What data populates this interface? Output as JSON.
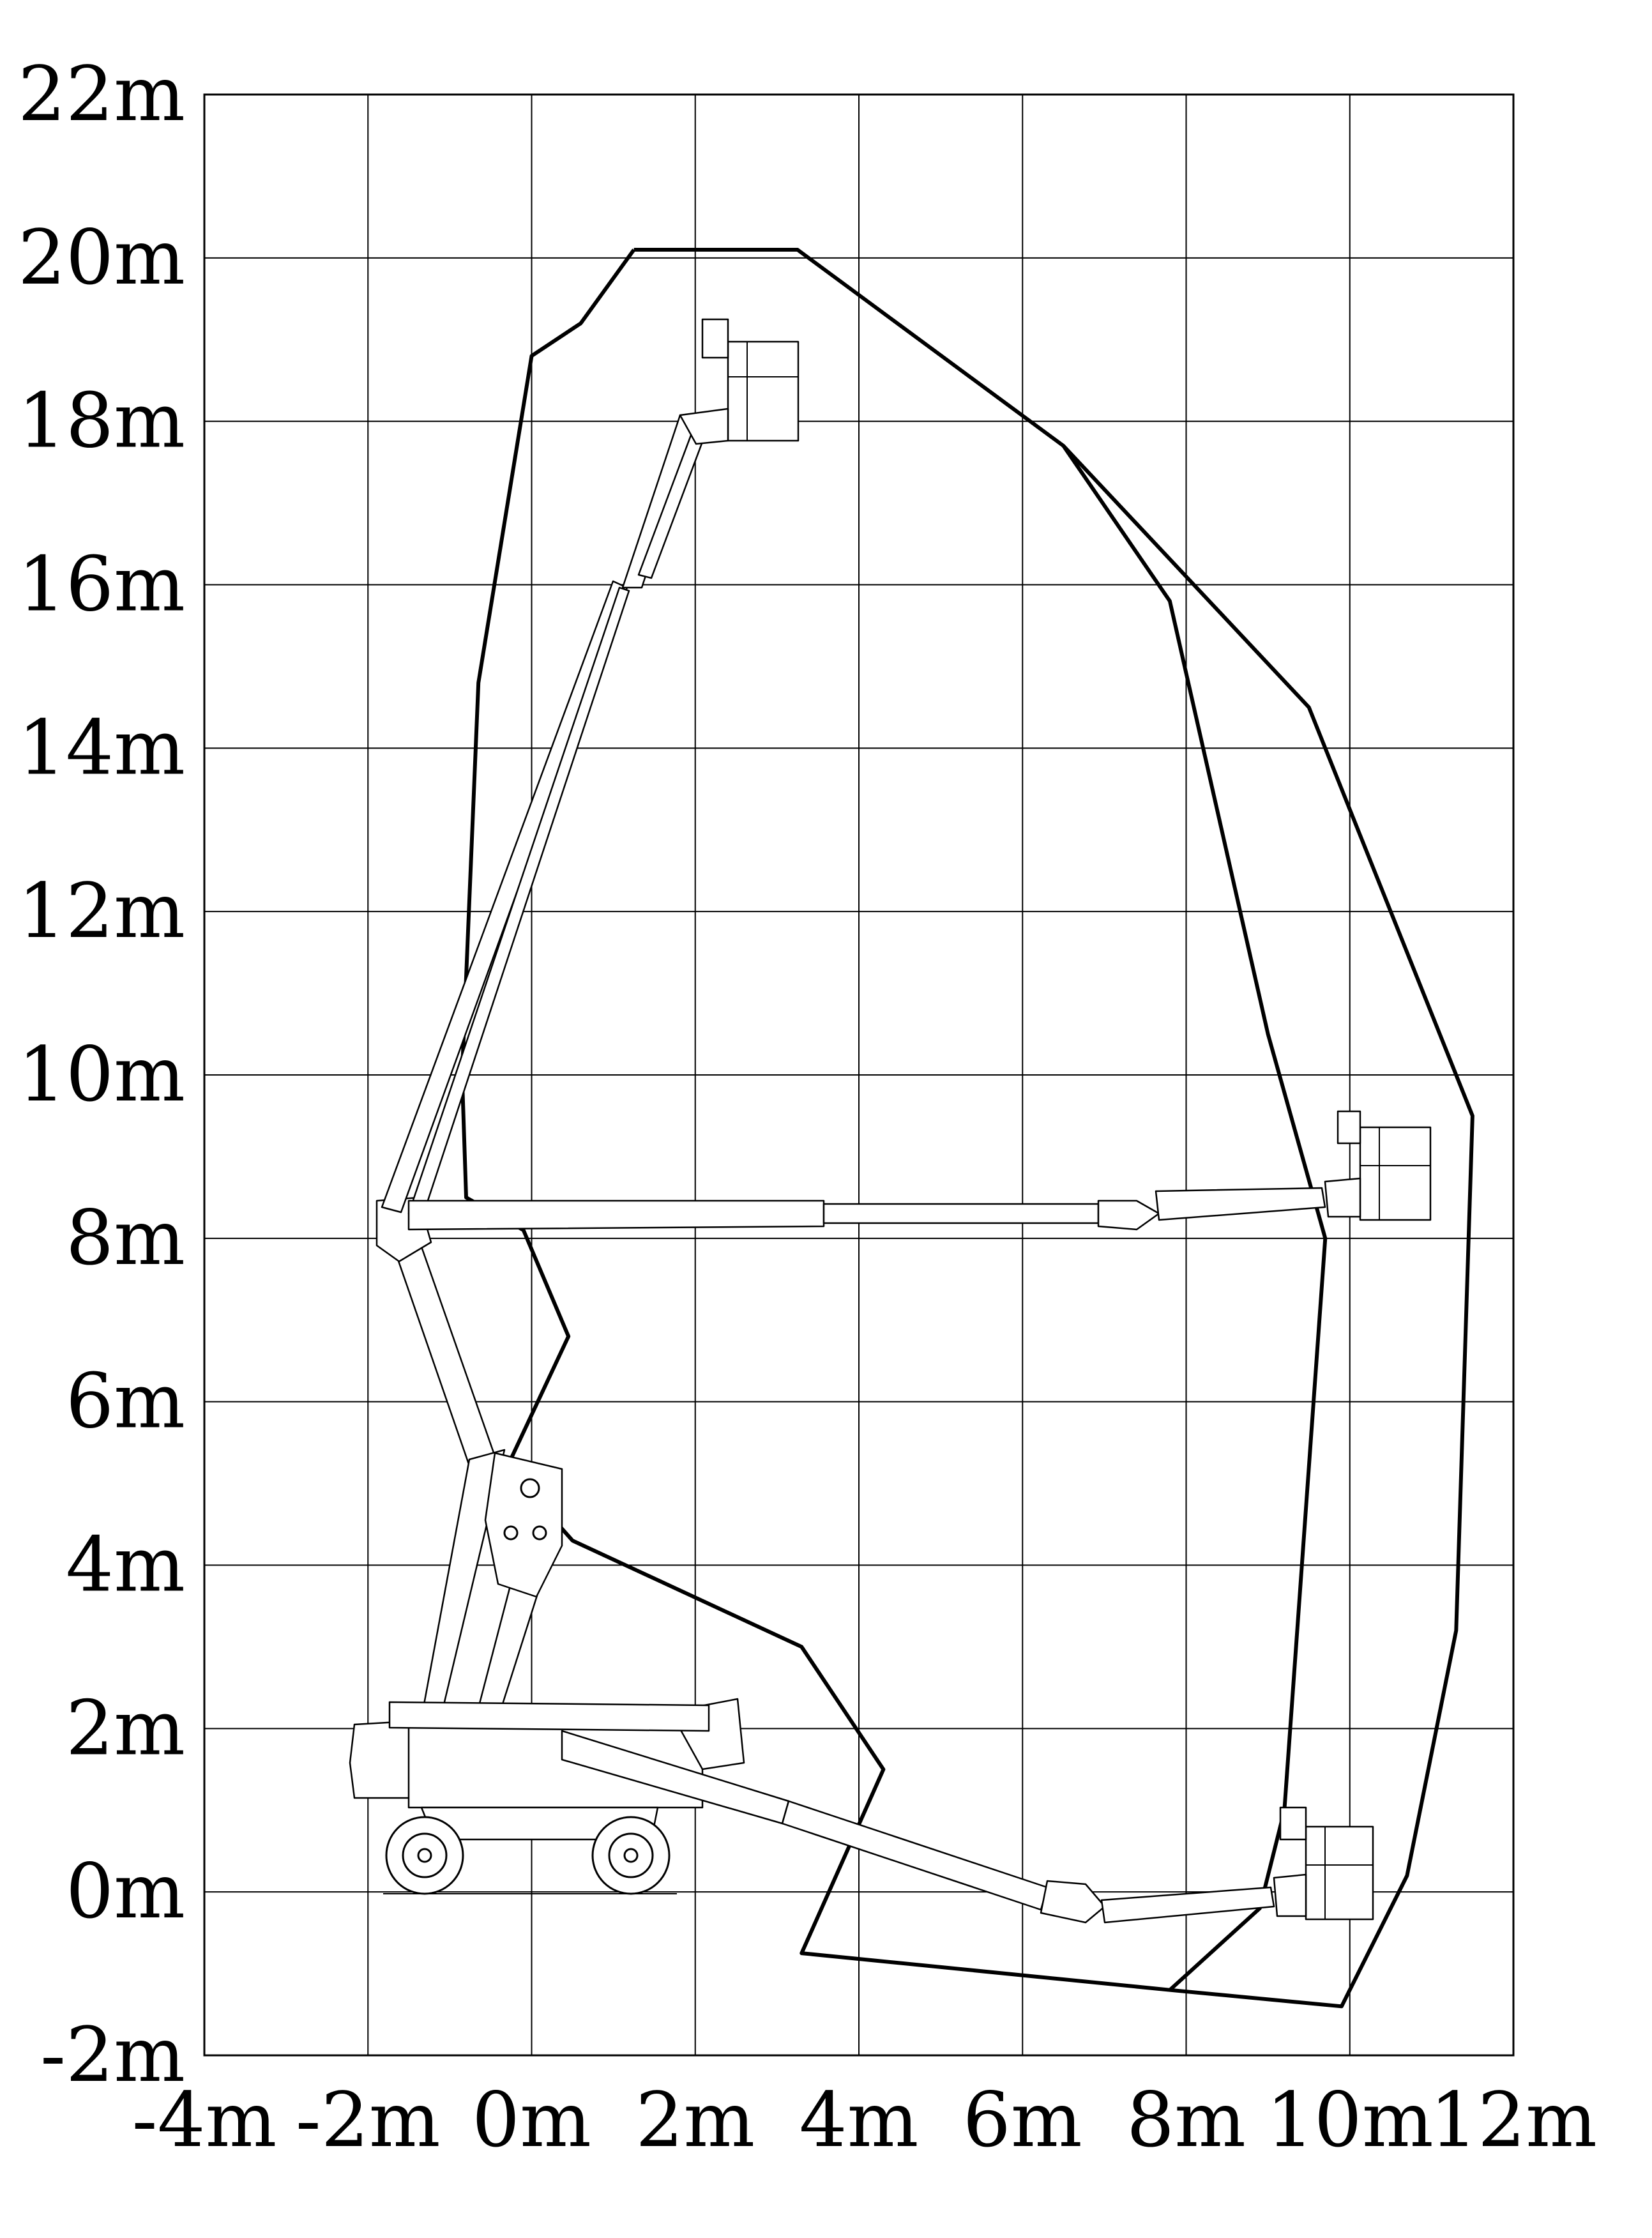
{
  "figure": {
    "x_ticks": [
      "-4m",
      "-2m",
      "0m",
      "2m",
      "4m",
      "6m",
      "8m",
      "10m",
      "12m"
    ],
    "y_ticks": [
      "22m",
      "20m",
      "18m",
      "16m",
      "14m",
      "12m",
      "10m",
      "8m",
      "6m",
      "4m",
      "2m",
      "0m",
      "-2m"
    ],
    "x_range_m": [
      -4,
      12
    ],
    "y_range_m": [
      -2,
      22
    ],
    "grid_step_m": 2,
    "line_color": "#000000",
    "background": "#ffffff"
  },
  "envelope_outer_m": [
    [
      1.25,
      20.1
    ],
    [
      3.25,
      20.1
    ],
    [
      6.5,
      17.7
    ],
    [
      9.5,
      14.5
    ],
    [
      10.7,
      11.5
    ],
    [
      11.5,
      9.5
    ],
    [
      11.3,
      3.2
    ],
    [
      10.7,
      0.2
    ],
    [
      9.9,
      -1.4
    ],
    [
      7.8,
      -1.2
    ],
    [
      3.3,
      -0.75
    ],
    [
      4.3,
      1.5
    ],
    [
      3.3,
      3.0
    ],
    [
      0.5,
      4.3
    ],
    [
      -0.3,
      5.2
    ],
    [
      0.45,
      6.8
    ],
    [
      -0.1,
      8.1
    ],
    [
      -0.8,
      8.5
    ],
    [
      -0.85,
      10.0
    ],
    [
      -0.65,
      14.8
    ],
    [
      0.0,
      18.8
    ],
    [
      0.6,
      19.2
    ],
    [
      1.25,
      20.1
    ]
  ],
  "envelope_inner_m": [
    [
      6.5,
      17.7
    ],
    [
      7.8,
      15.8
    ],
    [
      9.0,
      10.5
    ],
    [
      9.7,
      8.0
    ],
    [
      9.2,
      1.0
    ],
    [
      8.9,
      -0.2
    ],
    [
      7.8,
      -1.2
    ]
  ]
}
